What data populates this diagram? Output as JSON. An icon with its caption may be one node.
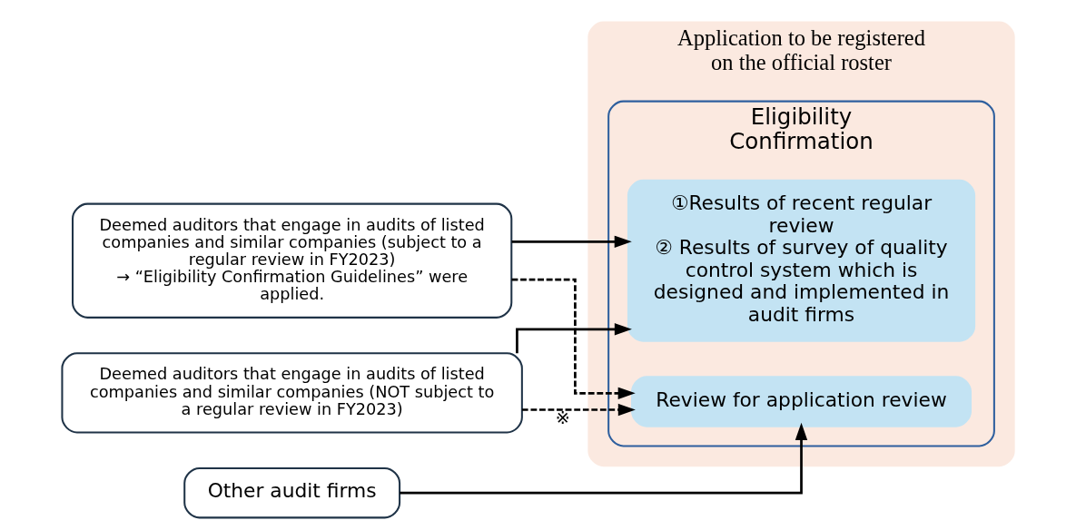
{
  "diagram": {
    "nodes": [
      {
        "text": [
          "Application to be registered on the official roster"
        ]
      },
      {
        "text": [
          "Eligibility Confirmation"
        ],
        "in": 0
      },
      {
        "text": [
          "①Results of recent regular review",
          "② Results of survey of quality control system which is designed and implemented in audit firms"
        ],
        "in": 1
      },
      {
        "text": [
          "Review for application review"
        ],
        "in": 1
      },
      {
        "text": [
          "Deemed auditors that engage in audits of listed companies and similar companies (subject to a regular review in FY2023)",
          "→ “Eligibility Confirmation Guidelines” were applied."
        ]
      },
      {
        "text": [
          "Deemed auditors that engage in audits of listed companies and similar companies (NOT subject to a regular review in FY2023)"
        ]
      },
      {
        "text": [
          "Other audit firms"
        ]
      }
    ],
    "edges": [
      {
        "from": 4,
        "to": 2,
        "arrow": "to"
      },
      {
        "from": 5,
        "to": 2,
        "arrow": "to"
      },
      {
        "from": 4,
        "to": 3,
        "arrow": "to",
        "style": "dashed"
      },
      {
        "from": 5,
        "to": 3,
        "arrow": "to",
        "style": "dashed",
        "label": "※"
      },
      {
        "from": 6,
        "to": 3,
        "arrow": "to"
      }
    ]
  }
}
